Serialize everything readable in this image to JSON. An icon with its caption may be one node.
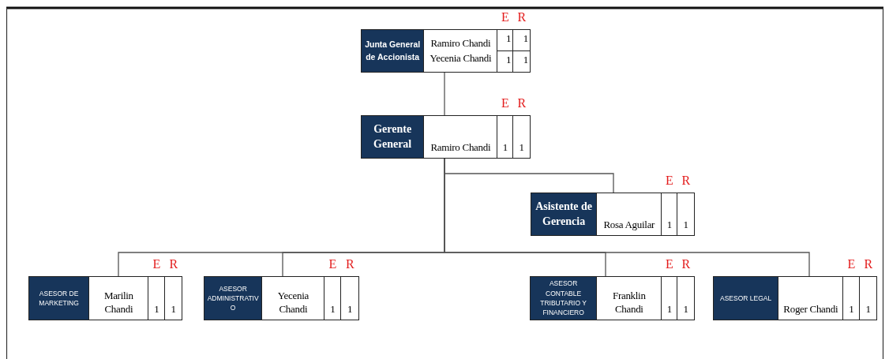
{
  "diagram": {
    "nodes": [
      {
        "text": [
          "Junta General de Accionista",
          "Ramiro Chandi",
          "Yecenia Chandi",
          "1",
          "1",
          "1",
          "1"
        ],
        "beside": [
          "E",
          "R"
        ]
      },
      {
        "text": [
          "Gerente General",
          "Ramiro Chandi",
          "1",
          "1"
        ],
        "beside": [
          "E",
          "R"
        ]
      },
      {
        "text": [
          "Asistente de Gerencia",
          "Rosa Aguilar",
          "1",
          "1"
        ],
        "beside": [
          "E",
          "R"
        ]
      },
      {
        "text": [
          "ASESOR DE MARKETING",
          "Marilin Chandi",
          "1",
          "1"
        ],
        "beside": [
          "E",
          "R"
        ]
      },
      {
        "text": [
          "ASESOR ADMINISTRATIV O",
          "Yecenia Chandi",
          "1",
          "1"
        ],
        "beside": [
          "E",
          "R"
        ]
      },
      {
        "text": [
          "ASESOR CONTABLE TRIBUTARIO Y FINANCIERO",
          "Franklin Chandi",
          "1",
          "1"
        ],
        "beside": [
          "E",
          "R"
        ]
      },
      {
        "text": [
          "ASESOR LEGAL",
          "Roger Chandi",
          "1",
          "1"
        ],
        "beside": [
          "E",
          "R"
        ]
      }
    ],
    "edges": [
      {
        "from": 0,
        "to": 1,
        "arrow": "none"
      },
      {
        "from": 1,
        "to": 2,
        "arrow": "none"
      },
      {
        "from": 1,
        "to": 3,
        "arrow": "none"
      },
      {
        "from": 1,
        "to": 4,
        "arrow": "none"
      },
      {
        "from": 1,
        "to": 5,
        "arrow": "none"
      },
      {
        "from": 1,
        "to": 6,
        "arrow": "none"
      }
    ]
  }
}
